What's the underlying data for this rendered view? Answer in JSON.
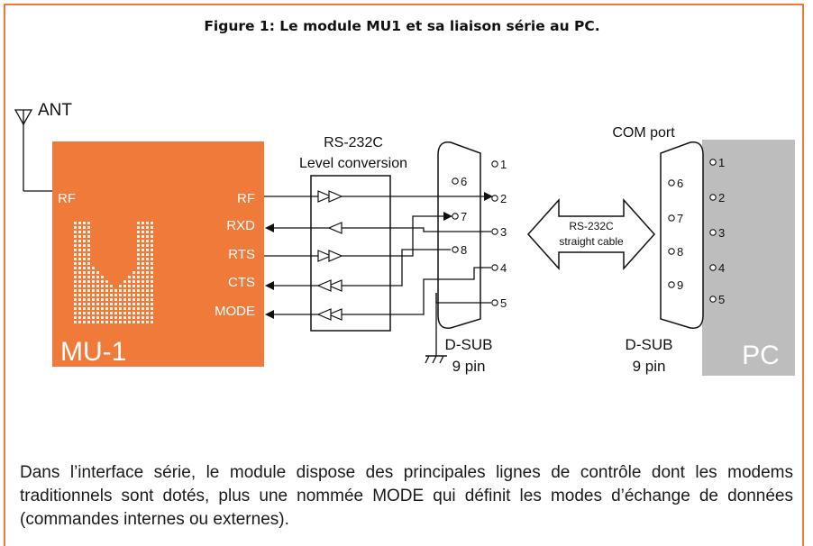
{
  "title": "Figure 1: Le module MU1 et sa liaison série au PC.",
  "antenna_label": "ANT",
  "module": {
    "name": "MU-1",
    "rf_in_label": "RF",
    "signals": [
      "RF",
      "RXD",
      "RTS",
      "CTS",
      "MODE"
    ],
    "fill_color": "#f07a3a"
  },
  "level_converter": {
    "line1": "RS-232C",
    "line2": "Level conversion"
  },
  "dsub_left": {
    "pins": [
      "1",
      "2",
      "3",
      "4",
      "5",
      "6",
      "7",
      "8"
    ],
    "label1": "D-SUB",
    "label2": "9 pin"
  },
  "cable": {
    "line1": "RS-232C",
    "line2": "straight cable"
  },
  "com_port_label": "COM port",
  "dsub_right": {
    "pins": [
      "1",
      "2",
      "3",
      "4",
      "5",
      "6",
      "7",
      "8",
      "9"
    ],
    "label1": "D-SUB",
    "label2": "9 pin"
  },
  "pc": {
    "name": "PC",
    "fill_color": "#bdbdbd"
  },
  "caption": "Dans l’interface série, le module dispose des principales lignes de contrôle dont les modems traditionnels sont dotés, plus une nommée MODE qui définit les modes d’échange de données (commandes internes ou externes)."
}
